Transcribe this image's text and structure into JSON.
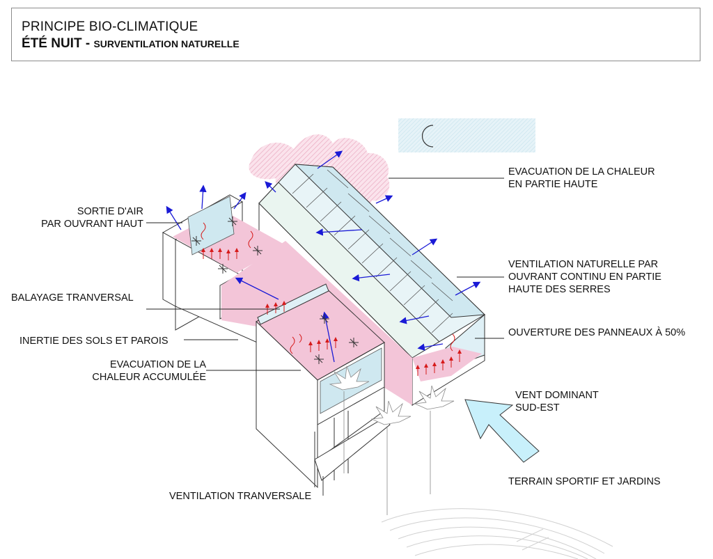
{
  "title": {
    "line1": "PRINCIPE BIO-CLIMATIQUE",
    "line2_main": "ÉTÉ NUIT - ",
    "line2_sub": "SURVENTILATION NATURELLE"
  },
  "labels": {
    "sortie_air_1": "SORTIE D'AIR",
    "sortie_air_2": "PAR OUVRANT HAUT",
    "balayage": "BALAYAGE TRANVERSAL",
    "inertie": "INERTIE DES SOLS ET PAROIS",
    "evac_accumulee_1": "EVACUATION DE LA",
    "evac_accumulee_2": "CHALEUR ACCUMULÉE",
    "ventilation_transversale": "VENTILATION TRANVERSALE",
    "evac_chaleur_1": "EVACUATION DE LA CHALEUR",
    "evac_chaleur_2": "EN PARTIE HAUTE",
    "ventil_nat_1": "VENTILATION NATURELLE PAR",
    "ventil_nat_2": "OUVRANT CONTINU EN PARTIE",
    "ventil_nat_3": "HAUTE DES SERRES",
    "ouverture": "OUVERTURE DES PANNEAUX À 50%",
    "vent_1": "VENT DOMINANT",
    "vent_2": "SUD-EST",
    "terrain": "TERRAIN SPORTIF ET JARDINS"
  },
  "colors": {
    "heat_pink": "#f2bfd4",
    "glass_blue": "#bfe3ee",
    "air_arrow": "#1a1ad6",
    "heat_arrow": "#d61a1a",
    "wind_arrow": "#c8f0fb",
    "line": "#333333"
  },
  "icons": {
    "moon": "crescent-moon-icon",
    "fan": "ceiling-fan-icon",
    "wind": "wind-arrow-icon"
  }
}
